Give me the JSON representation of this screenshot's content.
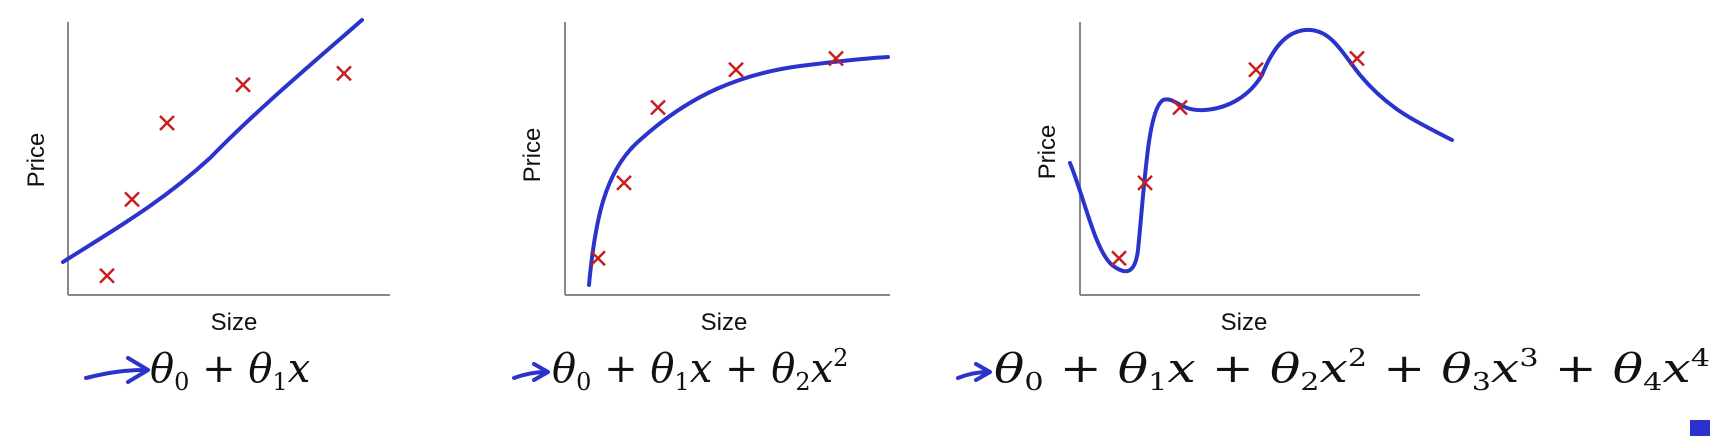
{
  "colors": {
    "curve": "#2b33cc",
    "marker": "#c81e1e",
    "axis": "#888888",
    "text": "#111111"
  },
  "chart_data": [
    {
      "type": "scatter",
      "xlabel": "Size",
      "ylabel": "Price",
      "points": {
        "x": [
          1,
          2,
          3,
          4,
          5
        ],
        "y": [
          1,
          3,
          5,
          6,
          6.3
        ]
      },
      "fit": {
        "label": "θ₀ + θ₁x",
        "model": "linear"
      },
      "grid": false
    },
    {
      "type": "scatter",
      "xlabel": "Size",
      "ylabel": "Price",
      "points": {
        "x": [
          1,
          2,
          3,
          4,
          5
        ],
        "y": [
          1,
          3,
          5,
          6,
          6.3
        ]
      },
      "fit": {
        "label": "θ₀ + θ₁x + θ₂x²",
        "model": "quadratic"
      },
      "grid": false
    },
    {
      "type": "scatter",
      "xlabel": "Size",
      "ylabel": "Price",
      "points": {
        "x": [
          1,
          2,
          3,
          4,
          5
        ],
        "y": [
          1,
          3,
          5,
          6,
          6.3
        ]
      },
      "fit": {
        "label": "θ₀ + θ₁x + θ₂x² + θ₃x³ + θ₄x⁴",
        "model": "quartic"
      },
      "grid": false
    }
  ]
}
